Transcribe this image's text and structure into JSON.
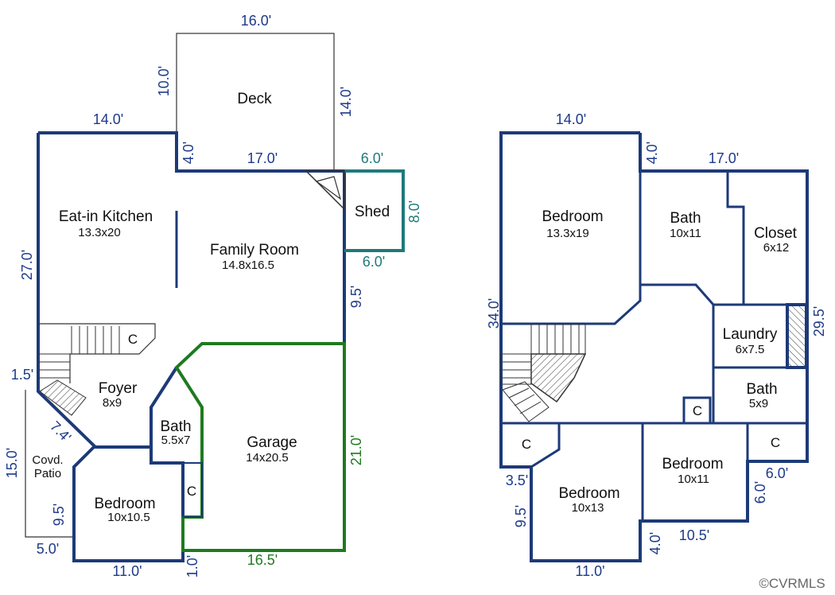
{
  "colors": {
    "wall": "#1d3a78",
    "dim_blue": "#1d3a8a",
    "garage_green": "#1f7a1f",
    "shed_teal": "#1f7a7a"
  },
  "first_floor": {
    "rooms": {
      "deck": "Deck",
      "kitchen": "Eat-in Kitchen",
      "kitchen_size": "13.3x20",
      "family": "Family Room",
      "family_size": "14.8x16.5",
      "shed": "Shed",
      "foyer": "Foyer",
      "foyer_size": "8x9",
      "bath": "Bath",
      "bath_size": "5.5x7",
      "garage": "Garage",
      "garage_size": "14x20.5",
      "patio_line1": "Covd.",
      "patio_line2": "Patio",
      "bedroom": "Bedroom",
      "bedroom_size": "10x10.5",
      "closet_stair": "C",
      "closet_garage": "C"
    },
    "dims": {
      "deck_top": "16.0'",
      "deck_left": "10.0'",
      "deck_right": "14.0'",
      "kitchen_top": "14.0'",
      "deck_step": "4.0'",
      "family_top": "17.0'",
      "shed_top": "6.0'",
      "shed_right": "8.0'",
      "shed_bottom": "6.0'",
      "left_wall": "27.0'",
      "right_step": "9.5'",
      "foyer_jog": "1.5'",
      "patio_height": "15.0'",
      "diag": "7.4'",
      "bedroom_left": "9.5'",
      "patio_bottom": "5.0'",
      "bedroom_bottom": "11.0'",
      "garage_step": "1.0'",
      "garage_bottom": "16.5'",
      "garage_right": "21.0'"
    }
  },
  "second_floor": {
    "rooms": {
      "bedroom1": "Bedroom",
      "bedroom1_size": "13.3x19",
      "bath1": "Bath",
      "bath1_size": "10x11",
      "closet": "Closet",
      "closet_size": "6x12",
      "laundry": "Laundry",
      "laundry_size": "6x7.5",
      "bath2": "Bath",
      "bath2_size": "5x9",
      "bedroom2": "Bedroom",
      "bedroom2_size": "10x13",
      "bedroom3": "Bedroom",
      "bedroom3_size": "10x11",
      "c_left": "C",
      "c_mid": "C",
      "c_right": "C"
    },
    "dims": {
      "top_left": "14.0'",
      "step": "4.0'",
      "top_right": "17.0'",
      "left": "34.0'",
      "right": "29.5'",
      "right_step": "6.0'",
      "right_step2": "6.0'",
      "bottom_step": "3.5'",
      "bedroom_left": "9.5'",
      "bottom": "11.0'",
      "bottom_step2": "4.0'",
      "bedroom3_bottom": "10.5'"
    }
  },
  "watermark": "©CVRMLS"
}
